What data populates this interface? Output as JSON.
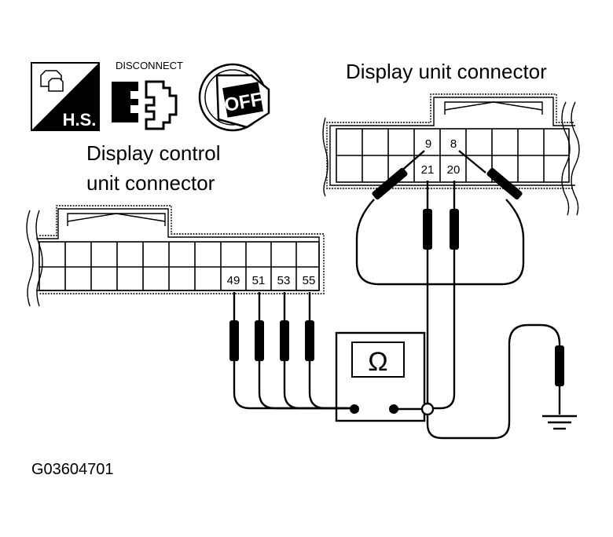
{
  "icons": {
    "hs_label": "H.S.",
    "disconnect_label": "DISCONNECT",
    "off_label": "OFF"
  },
  "labels": {
    "display_unit_connector": "Display unit connector",
    "display_control_line1": "Display control",
    "display_control_line2": "unit connector",
    "figure_code": "G03604701"
  },
  "display_unit_pins": {
    "top": [
      "9",
      "8"
    ],
    "bottom": [
      "21",
      "20"
    ]
  },
  "display_control_pins": [
    "49",
    "51",
    "53",
    "55"
  ],
  "meter": {
    "symbol": "Ω",
    "icon": "ohmmeter-icon"
  }
}
